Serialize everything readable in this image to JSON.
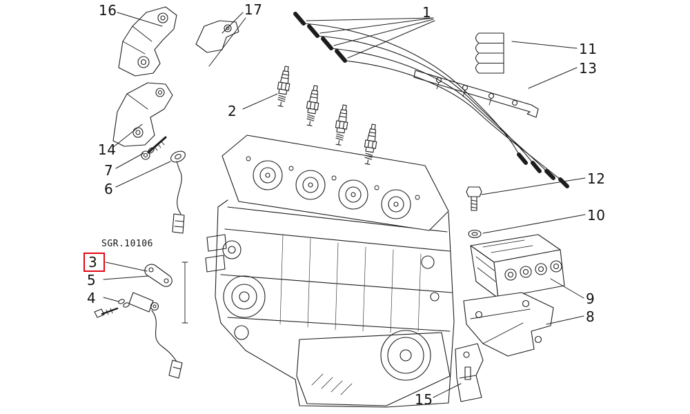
{
  "diagram": {
    "type": "exploded-parts-diagram",
    "subject": "engine ignition system parts (spark plugs, ignition wires, coil module, sensors, brackets)",
    "code_label": "SGR.10106",
    "highlighted_part": "3",
    "highlight_color": "#e30613",
    "line_color": "#1c1c1c",
    "background_color": "#ffffff",
    "callouts": [
      {
        "label": "1"
      },
      {
        "label": "2"
      },
      {
        "label": "3",
        "highlighted": true
      },
      {
        "label": "4"
      },
      {
        "label": "5"
      },
      {
        "label": "6"
      },
      {
        "label": "7"
      },
      {
        "label": "8"
      },
      {
        "label": "9"
      },
      {
        "label": "10"
      },
      {
        "label": "11"
      },
      {
        "label": "12"
      },
      {
        "label": "13"
      },
      {
        "label": "14"
      },
      {
        "label": "15"
      },
      {
        "label": "16"
      },
      {
        "label": "17"
      }
    ]
  }
}
